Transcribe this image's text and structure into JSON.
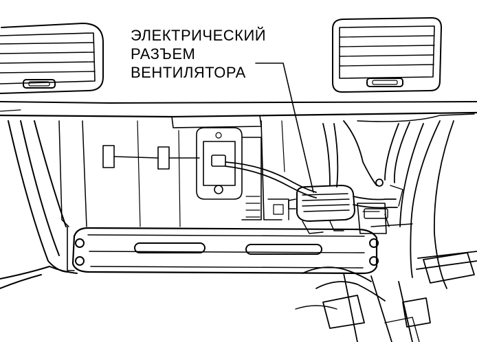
{
  "callout": {
    "lines": [
      "ЭЛЕКТРИЧЕСКИЙ",
      "РАЗЪЕМ",
      "ВЕНТИЛЯТОРА"
    ]
  },
  "style": {
    "ink": "#000000",
    "paper": "#ffffff"
  }
}
